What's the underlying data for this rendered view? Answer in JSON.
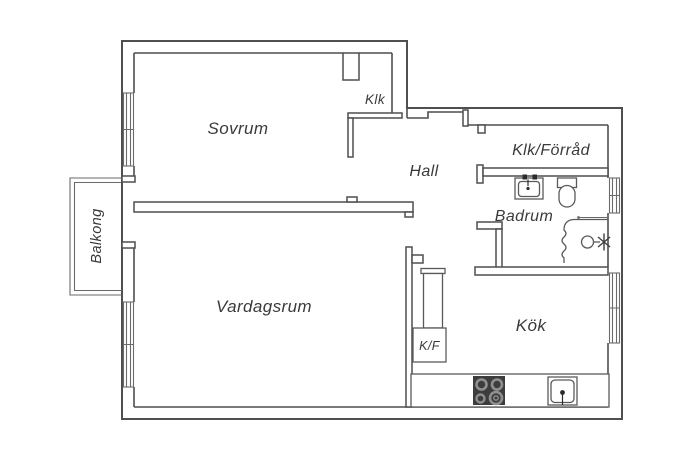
{
  "plan": {
    "type": "apartment-floor-plan",
    "language": "Swedish",
    "background_color": "#ffffff",
    "line_color": "#4f4f4f",
    "text_color": "#3a3a3a",
    "stove_color": "#3d3d3d",
    "burner_ring_color": "#8f8f8f"
  },
  "rooms": {
    "sovrum": {
      "label": "Sovrum"
    },
    "vardagsrum": {
      "label": "Vardagsrum"
    },
    "hall": {
      "label": "Hall"
    },
    "klk": {
      "label": "Klk"
    },
    "klk_forrad": {
      "label": "Klk/Förråd"
    },
    "badrum": {
      "label": "Badrum"
    },
    "kok": {
      "label": "Kök"
    },
    "kf": {
      "label": "K/F"
    },
    "balkong": {
      "label": "Balkong"
    }
  },
  "fixtures": {
    "kitchen": [
      "stove-4-burners",
      "kitchen-sink",
      "fridge-freezer-cabinet",
      "ventilation-duct",
      "counter"
    ],
    "bathroom": [
      "bathroom-sink",
      "toilet",
      "shower-with-curtain",
      "shower-mixer-valve"
    ],
    "windows": [
      "sovrum-left-window",
      "vardagsrum-left-window",
      "badrum-right-window",
      "kok-right-window"
    ],
    "doors": [
      "balcony-door",
      "sovrum-door",
      "badrum-door",
      "entry-door-recess",
      "klk-opening",
      "klk-forrad-opening"
    ]
  }
}
